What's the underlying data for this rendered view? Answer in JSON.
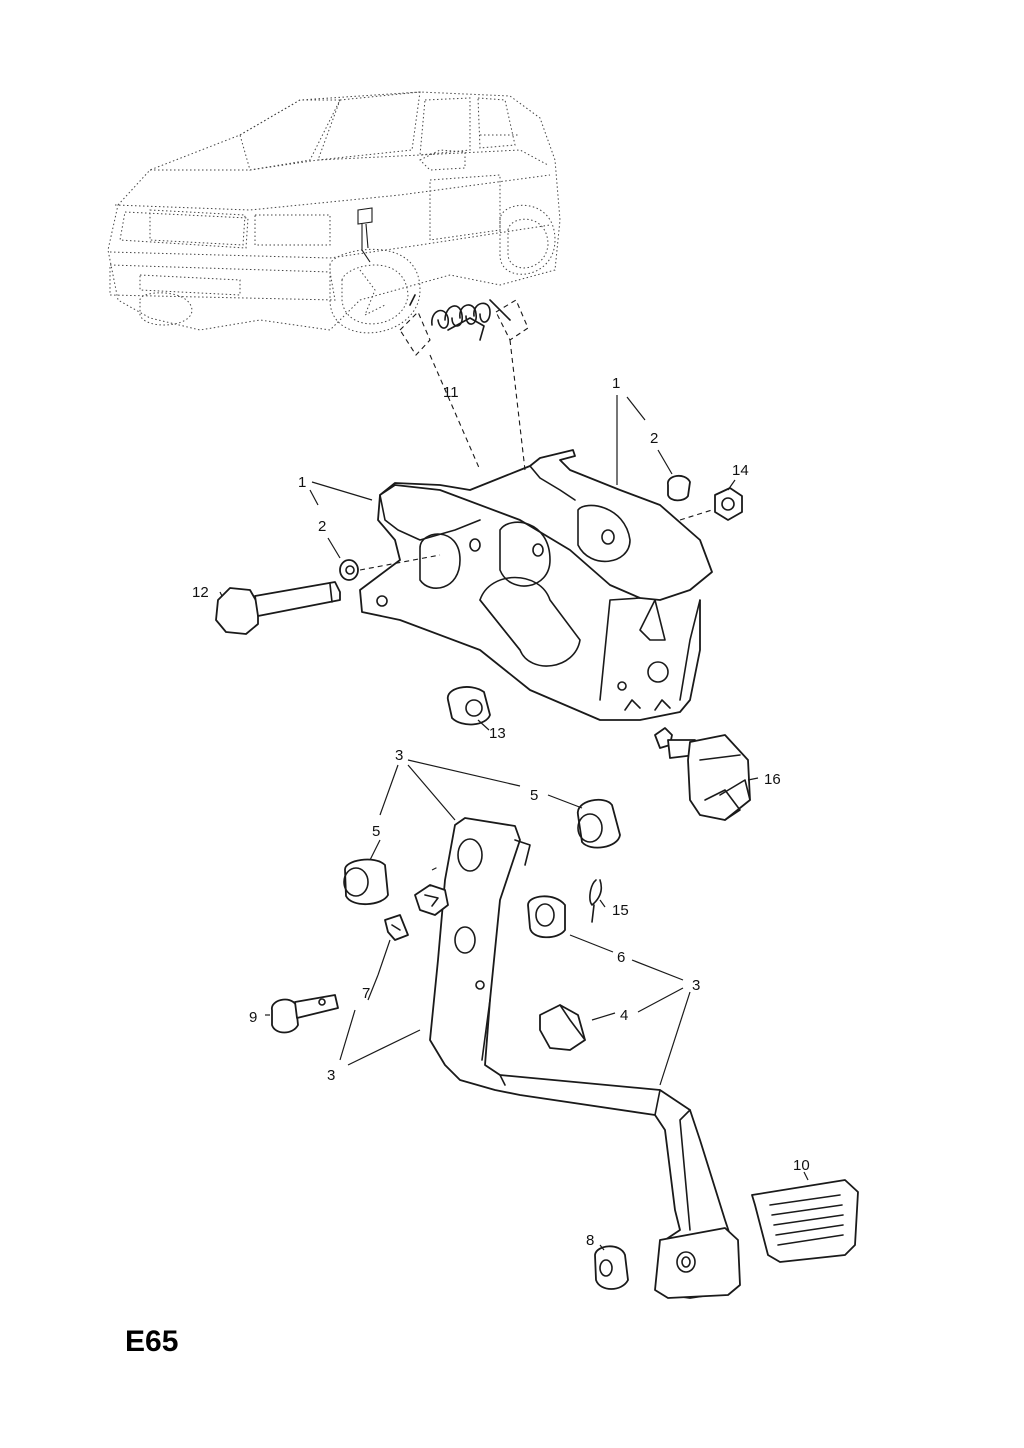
{
  "page_code": "E65",
  "callouts": {
    "c1a": "1",
    "c2a": "2",
    "c1b": "1",
    "c2b": "2",
    "c11": "11",
    "c14": "14",
    "c12": "12",
    "c13": "13",
    "c16": "16",
    "c3a": "3",
    "c5a": "5",
    "c5b": "5",
    "c15": "15",
    "c6": "6",
    "c3b": "3",
    "c4": "4",
    "c7": "7",
    "c9": "9",
    "c3c": "3",
    "c10": "10",
    "c8": "8"
  }
}
